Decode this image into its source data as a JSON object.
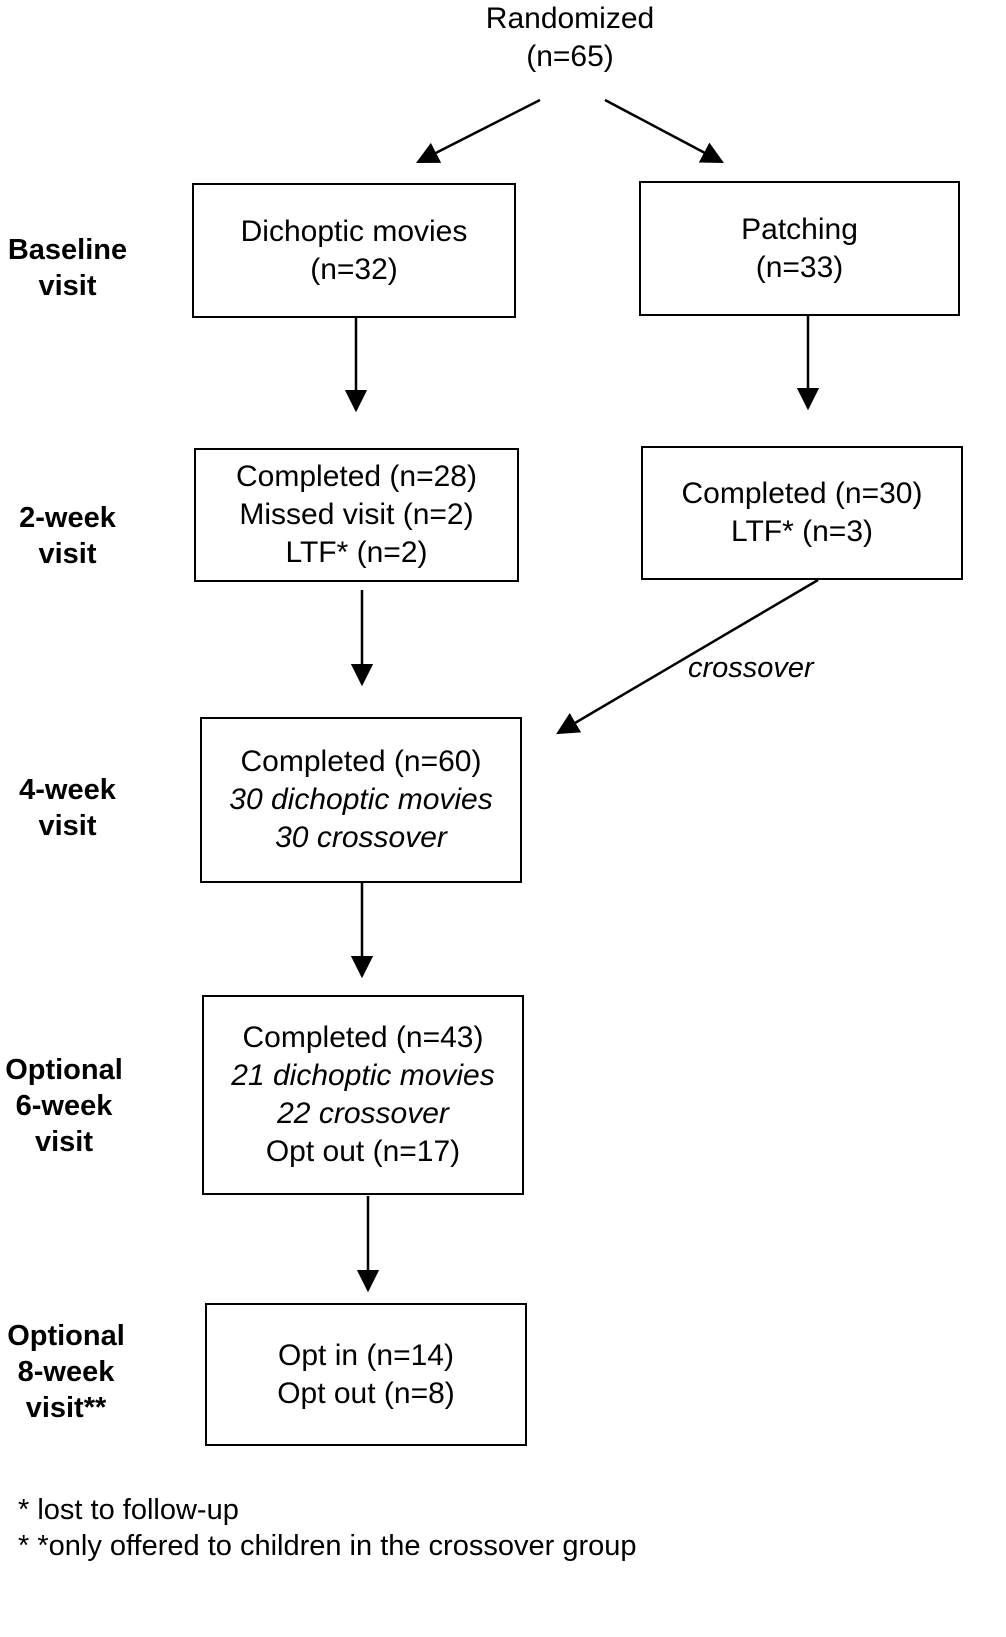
{
  "top": {
    "line1": "Randomized",
    "line2": "(n=65)"
  },
  "rows": [
    {
      "line1": "Baseline",
      "line2": "visit"
    },
    {
      "line1": "2-week",
      "line2": "visit"
    },
    {
      "line1": "4-week",
      "line2": "visit"
    },
    {
      "line1": "Optional",
      "line2": "6-week",
      "line3": "visit"
    },
    {
      "line1": "Optional",
      "line2": "8-week",
      "line3": "visit**"
    }
  ],
  "boxes": {
    "dichoptic": {
      "line1": "Dichoptic movies",
      "line2": "(n=32)"
    },
    "patching": {
      "line1": "Patching",
      "line2": "(n=33)"
    },
    "week2_left": {
      "line1": "Completed (n=28)",
      "line2": "Missed visit (n=2)",
      "line3": "LTF* (n=2)"
    },
    "week2_right": {
      "line1": "Completed (n=30)",
      "line2": "LTF* (n=3)"
    },
    "week4": {
      "line1": "Completed (n=60)",
      "line2": "30 dichoptic movies",
      "line3": "30 crossover"
    },
    "week6": {
      "line1": "Completed (n=43)",
      "line2": "21 dichoptic movies",
      "line3": "22 crossover",
      "line4": "Opt out (n=17)"
    },
    "week8": {
      "line1": "Opt in (n=14)",
      "line2": "Opt out (n=8)"
    }
  },
  "crossover_label": "crossover",
  "footnotes": [
    "* lost to follow-up",
    "* *only offered to children in the crossover group"
  ]
}
